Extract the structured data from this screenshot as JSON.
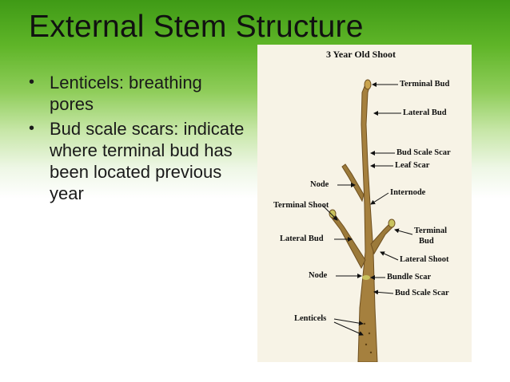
{
  "slide": {
    "title": "External Stem Structure",
    "bullets": [
      {
        "text": "Lenticels: breathing pores"
      },
      {
        "text": "Bud scale scars: indicate where terminal bud has been located previous year"
      }
    ]
  },
  "diagram": {
    "title": "3 Year Old Shoot",
    "labels": {
      "terminal_bud": "Terminal Bud",
      "lateral_bud_top": "Lateral Bud",
      "bud_scale_scar_top": "Bud Scale Scar",
      "leaf_scar": "Leaf Scar",
      "node_top": "Node",
      "internode": "Internode",
      "terminal_shoot": "Terminal Shoot",
      "terminal_bud_right_1": "Terminal",
      "terminal_bud_right_2": "Bud",
      "lateral_bud_left": "Lateral Bud",
      "lateral_shoot": "Lateral Shoot",
      "node_bottom": "Node",
      "bundle_scar": "Bundle Scar",
      "bud_scale_scar_bottom": "Bud Scale Scar",
      "lenticels": "Lenticels"
    }
  },
  "colors": {
    "background_top": "#3f9a16",
    "background_bottom": "#ffffff",
    "stem": "#a5803e"
  }
}
